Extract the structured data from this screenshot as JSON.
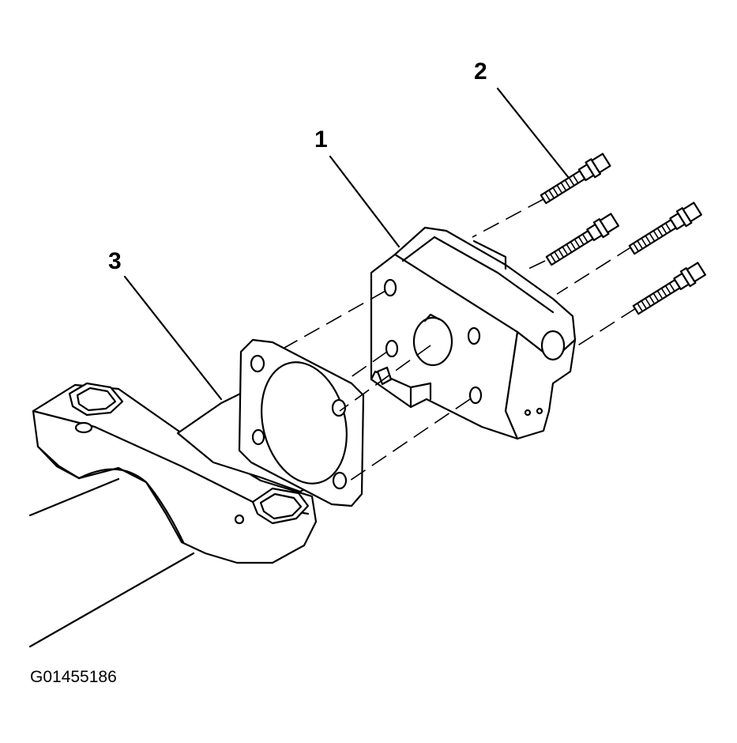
{
  "callouts": {
    "part_1": "1",
    "part_2": "2",
    "part_3": "3"
  },
  "figure_id": "G01455186",
  "colors": {
    "line": "#000000",
    "background": "#ffffff"
  }
}
